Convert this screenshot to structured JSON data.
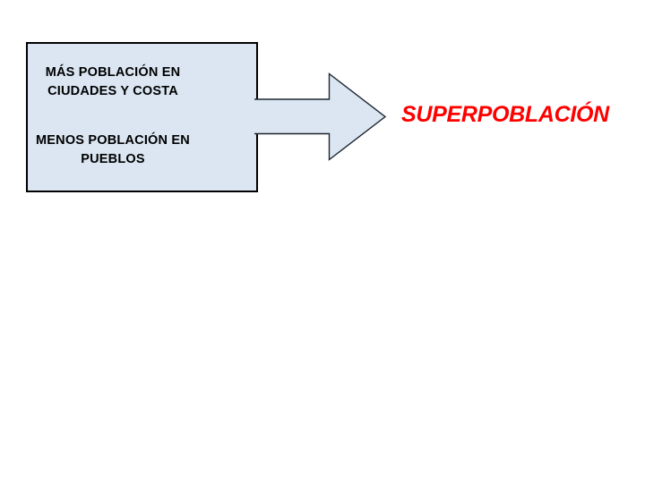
{
  "slide": {
    "background": "#ffffff"
  },
  "cause_box": {
    "paragraphs": [
      {
        "line1": "MÁS POBLACIÓN EN",
        "line2": "CIUDADES Y COSTA"
      },
      {
        "line1": "MENOS POBLACIÓN EN",
        "line2": "PUEBLOS"
      }
    ]
  },
  "arrow": {
    "icon": "right-block-arrow"
  },
  "result": {
    "label": "SUPERPOBLACIÓN"
  },
  "colors": {
    "slide_bg": "#ffffff",
    "shape_fill": "#dbe6f2",
    "box_border": "#000000",
    "arrow_outline": "#1c2630",
    "box_text": "#000000",
    "result_text": "#fe0000"
  }
}
